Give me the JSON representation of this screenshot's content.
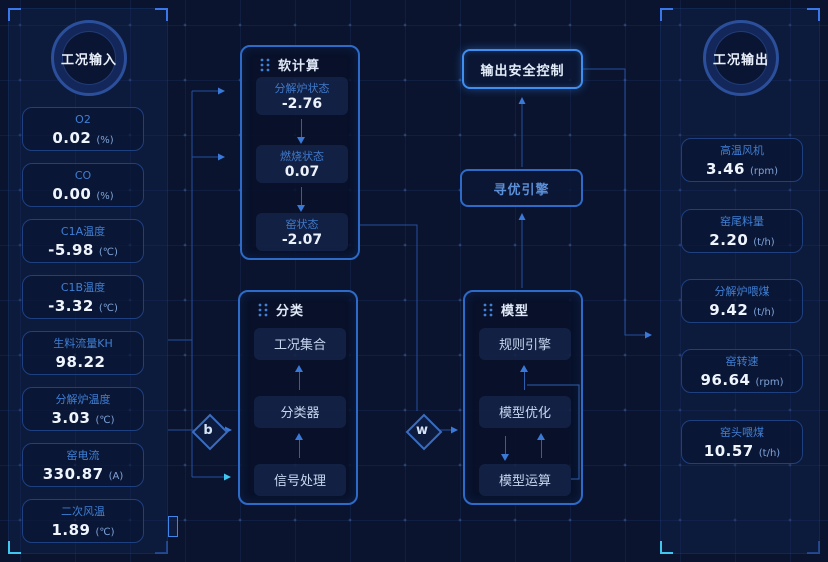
{
  "left_panel": {
    "title": "工况输入",
    "cards": [
      {
        "label": "O2",
        "value": "0.02",
        "unit": "(%)"
      },
      {
        "label": "CO",
        "value": "0.00",
        "unit": "(%)"
      },
      {
        "label": "C1A温度",
        "value": "-5.98",
        "unit": "(℃)"
      },
      {
        "label": "C1B温度",
        "value": "-3.32",
        "unit": "(℃)"
      },
      {
        "label": "生料流量KH",
        "value": "98.22",
        "unit": ""
      },
      {
        "label": "分解炉温度",
        "value": "3.03",
        "unit": "(℃)"
      },
      {
        "label": "窑电流",
        "value": "330.87",
        "unit": "(A)"
      },
      {
        "label": "二次风温",
        "value": "1.89",
        "unit": "(℃)"
      }
    ]
  },
  "right_panel": {
    "title": "工况输出",
    "cards": [
      {
        "label": "高温风机",
        "value": "3.46",
        "unit": "(rpm)"
      },
      {
        "label": "窑尾料量",
        "value": "2.20",
        "unit": "(t/h)"
      },
      {
        "label": "分解炉喂煤",
        "value": "9.42",
        "unit": "(t/h)"
      },
      {
        "label": "窑转速",
        "value": "96.64",
        "unit": "(rpm)"
      },
      {
        "label": "窑头喂煤",
        "value": "10.57",
        "unit": "(t/h)"
      }
    ]
  },
  "soft_computing": {
    "title": "软计算",
    "icon": "dot-grid-icon",
    "items": [
      {
        "label": "分解炉状态",
        "value": "-2.76"
      },
      {
        "label": "燃烧状态",
        "value": "0.07"
      },
      {
        "label": "窑状态",
        "value": "-2.07"
      }
    ]
  },
  "classification": {
    "title": "分类",
    "icon": "dot-grid-icon",
    "items": [
      {
        "label": "工况集合"
      },
      {
        "label": "分类器"
      },
      {
        "label": "信号处理"
      }
    ]
  },
  "model": {
    "title": "模型",
    "icon": "dot-grid-icon",
    "items": [
      {
        "label": "规则引擎"
      },
      {
        "label": "模型优化"
      },
      {
        "label": "模型运算"
      }
    ]
  },
  "output_safety": {
    "label": "输出安全控制"
  },
  "optimizer": {
    "label": "寻优引擎"
  },
  "nodes": {
    "b": "b",
    "w": "w"
  },
  "colors": {
    "background": "#0a142f",
    "box_border": "#2e6ac8",
    "bright_border": "#3f8ef0",
    "label_blue": "#3f7fd4",
    "value_white": "#eff5fd",
    "connector": "#24509e",
    "arrowhead": "#3b79d8",
    "cyan_accent": "#3fc7f0"
  }
}
